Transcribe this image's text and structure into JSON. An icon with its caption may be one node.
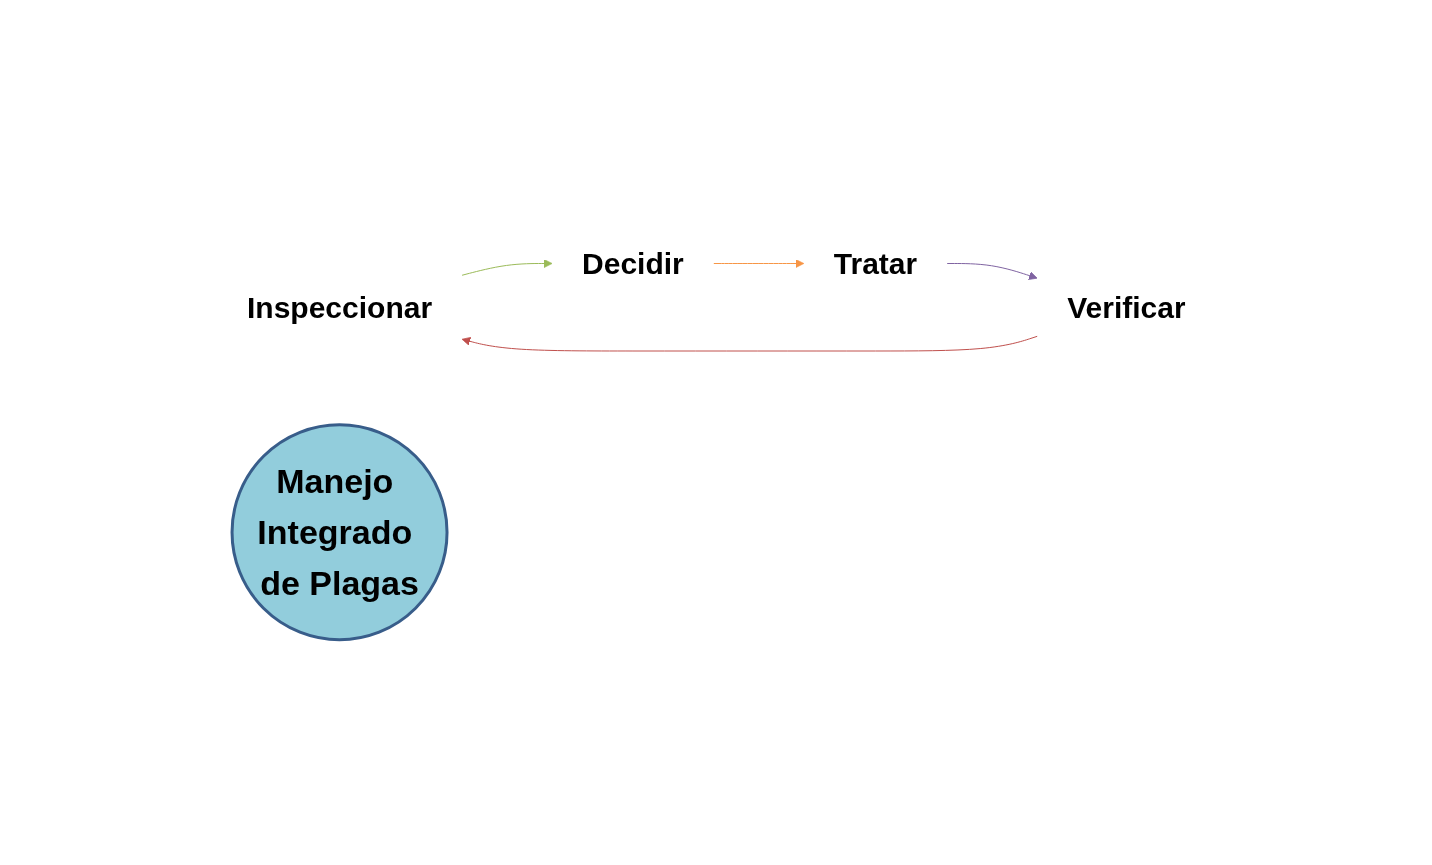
{
  "diagram": {
    "nodes": [
      {
        "text": [
          "Inspeccionar"
        ]
      },
      {
        "text": [
          "Manejo Integrado de Plagas"
        ]
      },
      {
        "text": [
          "Decidir"
        ]
      },
      {
        "text": [
          "Verificar"
        ]
      },
      {
        "text": [
          "Tratar"
        ]
      }
    ],
    "edges": [
      {
        "from": 0,
        "to": 2,
        "arrow": "to",
        "color": "#9bbb59"
      },
      {
        "from": 2,
        "to": 4,
        "arrow": "to",
        "color": "#f79646"
      },
      {
        "from": 4,
        "to": 3,
        "arrow": "to",
        "color": "#8064a2"
      },
      {
        "from": 3,
        "to": 0,
        "arrow": "to",
        "color": "#c0504d"
      }
    ]
  }
}
